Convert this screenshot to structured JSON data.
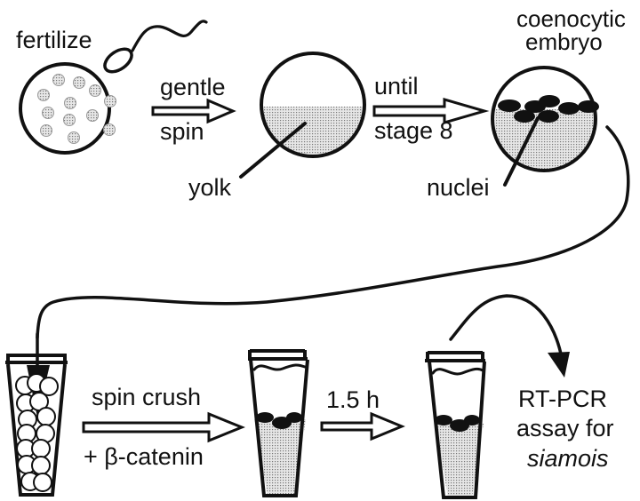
{
  "figure": {
    "step1_label": "fertilize",
    "arrow1_top": "gentle",
    "arrow1_bottom": "spin",
    "yolk_label": "yolk",
    "arrow2_top": "until",
    "arrow2_bottom": "stage 8",
    "embryo_label_line1": "coenocytic",
    "embryo_label_line2": "embryo",
    "nuclei_label": "nuclei",
    "arrow3_top": "spin crush",
    "arrow3_bottom": "+ β-catenin",
    "arrow4_top": "1.5 h",
    "result_line1": "RT-PCR",
    "result_line2": "assay for",
    "result_line3": "siamois"
  },
  "colors": {
    "ink": "#111111",
    "stipple": "#b8b8b8",
    "background": "#ffffff"
  }
}
